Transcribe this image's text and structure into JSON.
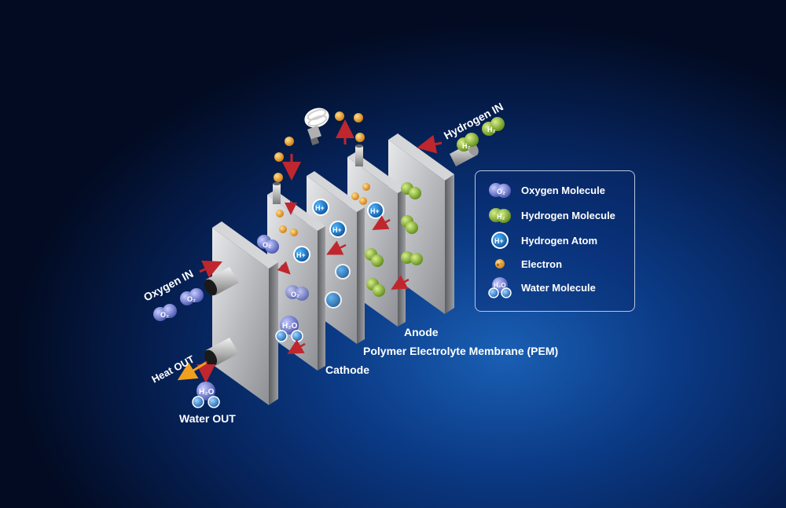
{
  "labels": {
    "hydrogen_in": "Hydrogen IN",
    "oxygen_in": "Oxygen IN",
    "heat_out": "Heat OUT",
    "water_out": "Water OUT",
    "anode": "Anode",
    "pem": "Polymer Electrolyte Membrane (PEM)",
    "cathode": "Cathode"
  },
  "molecules": {
    "o2": "O₂",
    "h2": "H₂",
    "h_plus": "H+",
    "electron": "e⁻",
    "h2o": "H₂O"
  },
  "legend": {
    "items": [
      {
        "label": "Oxygen Molecule",
        "icon": "oxygen-molecule-icon"
      },
      {
        "label": "Hydrogen Molecule",
        "icon": "hydrogen-molecule-icon"
      },
      {
        "label": "Hydrogen Atom",
        "icon": "hydrogen-atom-icon"
      },
      {
        "label": "Electron",
        "icon": "electron-icon"
      },
      {
        "label": "Water Molecule",
        "icon": "water-molecule-icon"
      }
    ]
  },
  "colors": {
    "oxygen": "#7d87d8",
    "hydrogen": "#8fbf3a",
    "hydrogen_atom": "#1a7fd0",
    "electron": "#f0a020",
    "arrow": "#c0262e",
    "heat_arrow": "#f0a020",
    "plate": "#c9cbce"
  }
}
